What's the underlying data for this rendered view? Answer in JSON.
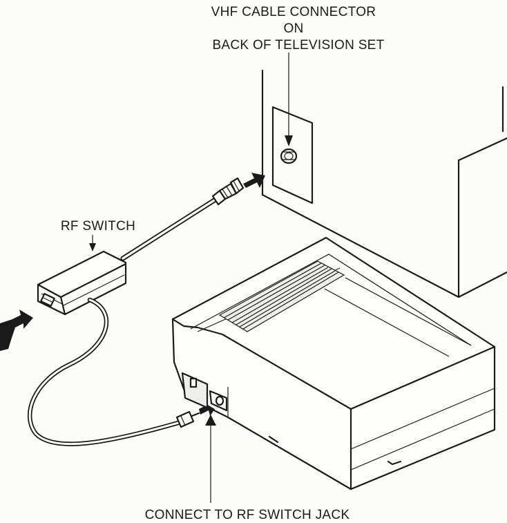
{
  "labels": {
    "vhf_line1": "VHF CABLE CONNECTOR",
    "vhf_line2": "ON",
    "vhf_line3": "BACK OF TELEVISION SET",
    "rf_switch": "RF SWITCH",
    "connect": "CONNECT TO RF SWITCH JACK"
  },
  "colors": {
    "ink": "#1a1a1a",
    "paper": "#fcfcfb"
  },
  "icons": {
    "input_arrow": "bent-arrow-icon",
    "insert_arrow": "solid-arrow-icon"
  }
}
